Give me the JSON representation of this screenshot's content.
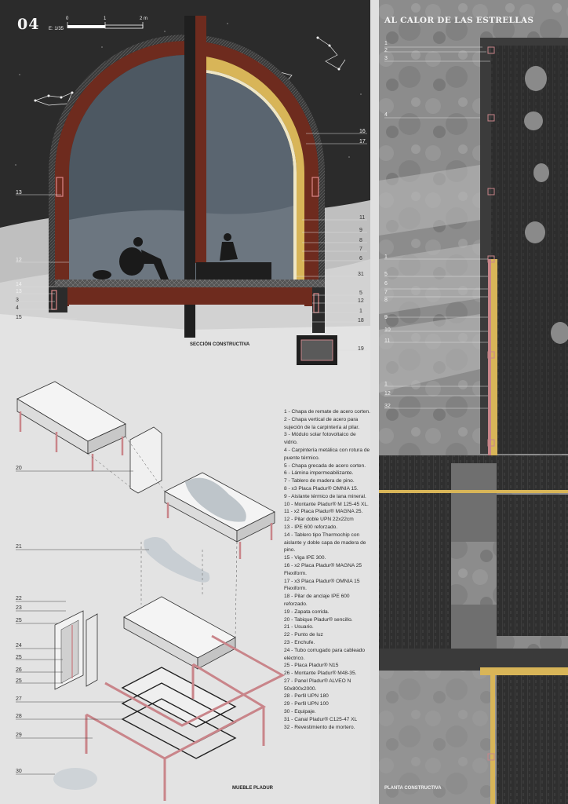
{
  "sheet_number": "04",
  "scale_text": "E: 1/35",
  "scale_bar": [
    "0",
    "1",
    "2 m"
  ],
  "title": "AL CALOR DE LAS ESTRELLAS",
  "section_title": "SECCIÓN CONSTRUCTIVA",
  "furniture_title": "MUEBLE PLADUR",
  "plan_title": "PLANTA CONSTRUCTIVA",
  "colors": {
    "night_sky": "#2d2d2d",
    "corten": "#7a2e20",
    "pladur_yellow": "#d8b558",
    "pink_steel": "#c9858a",
    "snow": "#e6e6e6",
    "glass": "#56606a"
  },
  "section_left_callouts": [
    "13",
    "12",
    "14",
    "13",
    "3",
    "4",
    "15"
  ],
  "section_right_callouts": [
    "16",
    "17",
    "11",
    "9",
    "8",
    "7",
    "6",
    "31",
    "5",
    "12",
    "1",
    "18",
    "19"
  ],
  "plan_callouts_top": [
    "1",
    "2",
    "3",
    "4"
  ],
  "plan_callouts_mid": [
    "1",
    "5",
    "6",
    "7",
    "8",
    "9",
    "10",
    "11",
    "1",
    "12",
    "32"
  ],
  "furniture_callouts": [
    "20",
    "21",
    "22",
    "23",
    "25",
    "24",
    "25",
    "26",
    "25",
    "27",
    "28",
    "29",
    "30"
  ],
  "legend": [
    "1 - Chapa de remate de acero corten.",
    "2 - Chapa vertical de acero para sujeción de la carpintería al pilar.",
    "3 - Módulo solar fotovoltaico de vidrio.",
    "4 - Carpintería metálica con rotura de puente térmico.",
    "5 - Chapa grecada de acero corten.",
    "6 - Lámina impermeabilizante.",
    "7 - Tablero de madera de pino.",
    "8 - x3 Placa Pladur® OMNIA 15.",
    "9 - Aislante térmico de lana mineral.",
    "10 - Montante Pladur® M 125-45 XL.",
    "11 - x2 Placa Pladur® MAGNA 25.",
    "12 - Pilar doble UPN 22x22cm",
    "13 - IPE 600 reforzado.",
    "14 - Tablero tipo Thermochip con aislante y doble capa de madera de pino.",
    "15 - Viga IPE 300.",
    "16 - x2 Placa Pladur® MAGNA 25 Flexiform.",
    "17 - x3 Placa Pladur® OMNIA 15 Flexiform.",
    "18 - Pilar de anclaje IPE 600 reforzado.",
    "19 - Zapata corrida.",
    "20 - Tabique Pladur® sencillo.",
    "21 - Usuario.",
    "22 - Punto de luz",
    "23 - Enchufe.",
    "24 - Tubo corrugado para cableado eléctrico.",
    "25 - Placa Pladur® N15",
    "26 - Montante Pladur® M48-35.",
    "27 - Panel Pladur® ALVEO N 50x800x2000.",
    "28 - Perfil UPN 180",
    "29 - Perfil UPN 100",
    "30 - Equipaje.",
    "31 -  Canal Pladur® C125-47 XL",
    "32 - Revestimiento de mortero."
  ]
}
